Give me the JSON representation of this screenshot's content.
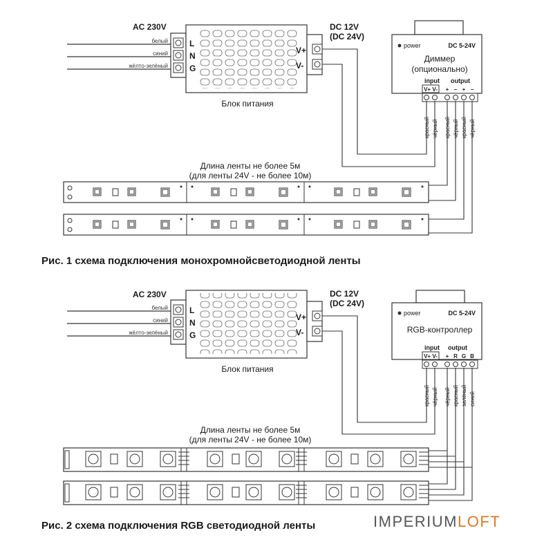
{
  "diagram1": {
    "caption": "Рис. 1 схема подключения монохромнойсветодиодной ленты",
    "ac_label": "AC 230V",
    "wires": [
      "белый",
      "синий",
      "жёлто-зелёный"
    ],
    "terminals": [
      "L",
      "N",
      "G"
    ],
    "psu_caption": "Блок питания",
    "dc_label_1": "DC 12V",
    "dc_label_2": "(DC 24V)",
    "out_pos": "V+",
    "out_neg": "V-",
    "controller": {
      "power": "power",
      "voltage": "DC 5-24V",
      "name_1": "Диммер",
      "name_2": "(опционально)",
      "input": "input",
      "output": "output",
      "input_pins": "V+ V-",
      "output_pins": [
        "+",
        "−",
        "+",
        "−"
      ],
      "wire_colors": [
        "красный",
        "чёрный",
        "красный",
        "чёрный",
        "красный",
        "чёрный"
      ]
    },
    "strip_note_1": "Длина ленты не более 5м",
    "strip_note_2": "(для ленты 24V - не более 10м)"
  },
  "diagram2": {
    "caption": "Рис. 2 схема подключения RGB светодиодной ленты",
    "ac_label": "AC 230V",
    "wires": [
      "белый",
      "синий",
      "жёлто-зелёный"
    ],
    "terminals": [
      "L",
      "N",
      "G"
    ],
    "psu_caption": "Блок питания",
    "dc_label_1": "DC 12V",
    "dc_label_2": "(DC 24V)",
    "out_pos": "V+",
    "out_neg": "V-",
    "controller": {
      "power": "power",
      "voltage": "DC 5-24V",
      "name_1": "RGB-контроллер",
      "input": "input",
      "output": "output",
      "input_pins": "V+ V-",
      "output_pins": [
        "+",
        "R",
        "G",
        "B"
      ],
      "wire_colors": [
        "красный",
        "чёрный",
        "чёрный",
        "красный",
        "зелёный",
        "синий"
      ]
    },
    "strip_note_1": "Длина ленты не более 5м",
    "strip_note_2": "(для ленты 24V - не более 10м)"
  },
  "watermark": {
    "part1": "IMPERIUM",
    "part2": "LOFT",
    "color1": "#555555",
    "color2": "#d97a2a"
  }
}
